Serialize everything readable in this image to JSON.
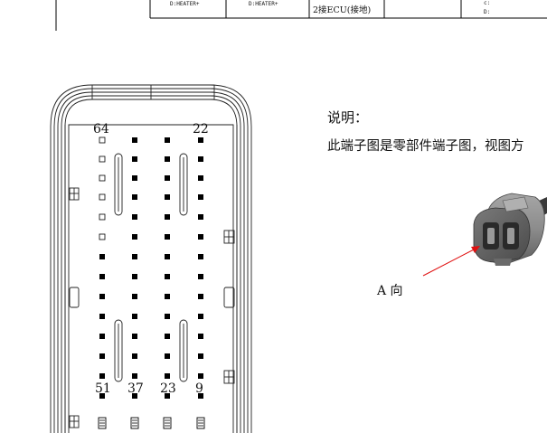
{
  "header_table": {
    "col1": "D:HEATER+",
    "col2": "D:HEATER+",
    "col3": "2接ECU(接地)",
    "col4_line1": "c:",
    "col4_line2": "D:"
  },
  "connector": {
    "pin_labels": {
      "top_left": "64",
      "top_right": "22",
      "bottom_1": "51",
      "bottom_2": "37",
      "bottom_3": "23",
      "bottom_4": "9"
    },
    "colors": {
      "line": "#222222",
      "pin": "#000000"
    }
  },
  "notes": {
    "title": "说明：",
    "text": "此端子图是零部件端子图，视图方"
  },
  "photo": {
    "view_label": "A 向",
    "arrow_color": "#e01010"
  }
}
